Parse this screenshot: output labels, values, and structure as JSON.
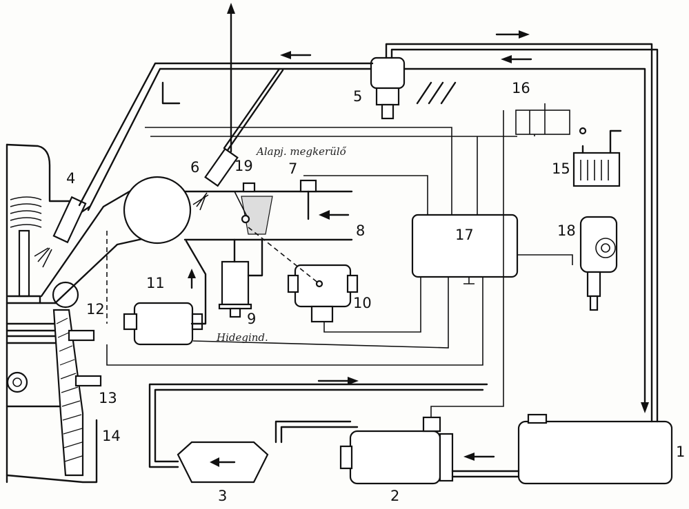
{
  "labels": {
    "n1": "1",
    "n2": "2",
    "n3": "3",
    "n4": "4",
    "n5": "5",
    "n6": "6",
    "n7": "7",
    "n8": "8",
    "n9": "9",
    "n10": "10",
    "n11": "11",
    "n12": "12",
    "n13": "13",
    "n14": "14",
    "n15": "15",
    "n16": "16",
    "n17": "17",
    "n18": "18",
    "n19": "19"
  },
  "annotations": {
    "starter_injector": "Alapj. megkerülő",
    "cold_start": "Hidegind."
  },
  "colors": {
    "ink": "#111111",
    "paper": "#fdfdfb"
  }
}
